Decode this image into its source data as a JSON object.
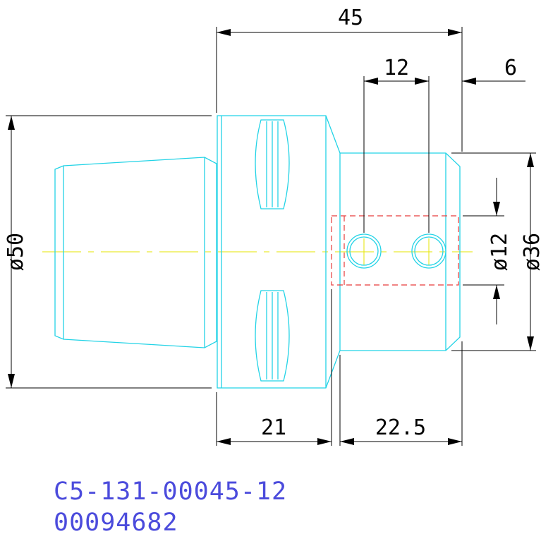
{
  "colors": {
    "outline": "#22d3e6",
    "dimension": "#000000",
    "centerline": "#e6e600",
    "hidden": "#e63b3b",
    "title_text": "#4b4bdc"
  },
  "dimensions": {
    "overall_length": "45",
    "hole_spacing": "12",
    "end_offset": "6",
    "flange_diameter": "ø50",
    "bore_diameter": "ø12",
    "shank_diameter": "ø36",
    "flange_length": "21",
    "shank_length": "22.5"
  },
  "title_block": {
    "part_number": "C5-131-00045-12",
    "order_number": "00094682"
  }
}
